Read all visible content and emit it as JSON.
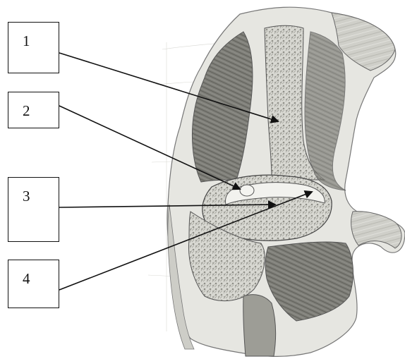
{
  "labels": [
    {
      "id": "1",
      "text": "1"
    },
    {
      "id": "2",
      "text": "2"
    },
    {
      "id": "3",
      "text": "3"
    },
    {
      "id": "4",
      "text": "4"
    }
  ],
  "colors": {
    "line": "#111111",
    "tissue_light": "#e4e4e0",
    "tissue_mid": "#b8b8b2",
    "tissue_dark": "#6f6f69",
    "muscle": "#8a8a84"
  }
}
